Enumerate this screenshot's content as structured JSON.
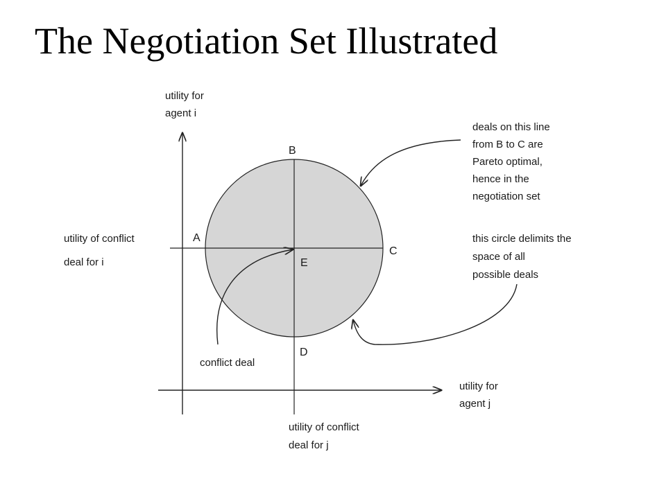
{
  "slide": {
    "title": "The Negotiation Set Illustrated"
  },
  "diagram": {
    "y_axis_label": [
      "utility for",
      "agent i"
    ],
    "x_axis_label": [
      "utility for",
      "agent j"
    ],
    "conflict_i_label": [
      "utility of conflict",
      "deal for i"
    ],
    "conflict_j_label": [
      "utility of conflict",
      "deal for j"
    ],
    "points": {
      "a": "A",
      "b": "B",
      "c": "C",
      "d": "D",
      "e": "E"
    },
    "conflict_deal_label": "conflict deal",
    "pareto_note": [
      "deals on this line",
      "from B to C are",
      "Pareto optimal,",
      "hence in the",
      "negotiation set"
    ],
    "circle_note": [
      "this circle delimits the",
      "space of all",
      "possible deals"
    ],
    "colors": {
      "circle_fill": "#d6d6d6",
      "stroke": "#222222"
    }
  }
}
